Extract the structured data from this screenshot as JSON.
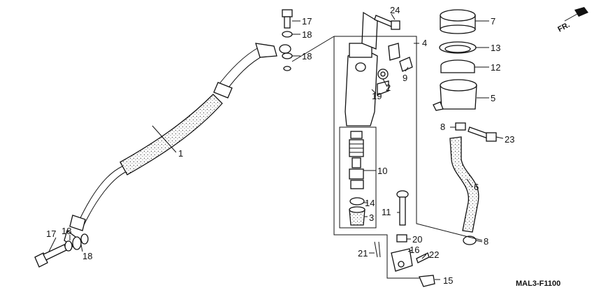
{
  "diagram_code": "MAL3-F1100",
  "direction_label": "FR.",
  "callouts": {
    "c1": "1",
    "c2": "2",
    "c3": "3",
    "c4": "4",
    "c5": "5",
    "c6": "6",
    "c7": "7",
    "c8a": "8",
    "c8b": "8",
    "c9": "9",
    "c10": "10",
    "c11": "11",
    "c12": "12",
    "c13": "13",
    "c14": "14",
    "c15": "15",
    "c16": "16",
    "c17a": "17",
    "c17b": "17",
    "c18a": "18",
    "c18b": "18",
    "c18c": "18",
    "c18d": "18",
    "c19": "19",
    "c20": "20",
    "c21": "21",
    "c22": "22",
    "c23": "23",
    "c24": "24"
  }
}
